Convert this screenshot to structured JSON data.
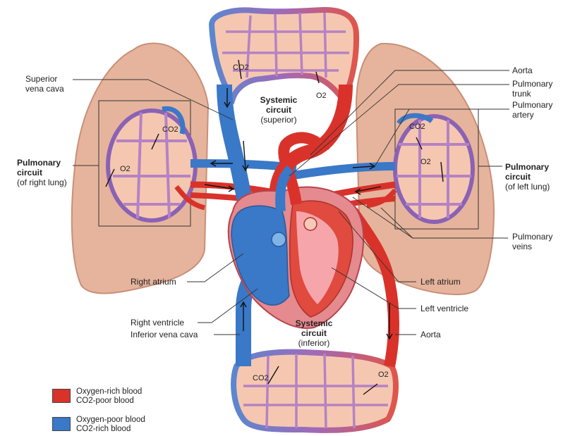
{
  "colors": {
    "oxygen_rich": "#d9322a",
    "oxygen_poor": "#3a78c8",
    "lung": "#e6b49c",
    "capillary_bed_fill": "#f5c7b0",
    "capillary_purple": "#8a62b5"
  },
  "labels": {
    "superior_vena_cava": "Superior vena cava",
    "aorta_top": "Aorta",
    "pulmonary_trunk": "Pulmonary trunk",
    "pulmonary_artery": "Pulmonary artery",
    "pulmonary_circuit_right": {
      "title": "Pulmonary circuit",
      "sub": "(of right lung)"
    },
    "pulmonary_circuit_left": {
      "title": "Pulmonary circuit",
      "sub": "(of left lung)"
    },
    "systemic_superior": {
      "title": "Systemic circuit",
      "sub": "(superior)"
    },
    "systemic_inferior": {
      "title": "Systemic circuit",
      "sub": "(inferior)"
    },
    "pulmonary_veins": "Pulmonary veins",
    "right_atrium": "Right atrium",
    "left_atrium": "Left atrium",
    "right_ventricle": "Right ventricle",
    "left_ventricle": "Left ventricle",
    "inferior_vena_cava": "Inferior vena cava",
    "aorta_bottom": "Aorta"
  },
  "gases": {
    "co2_top": "CO2",
    "o2_top": "O2",
    "co2_left_lung": "CO2",
    "o2_left_lung": "O2",
    "co2_right_lung": "CO2",
    "o2_right_lung": "O2",
    "co2_bottom": "CO2",
    "o2_bottom": "O2"
  },
  "legend": [
    {
      "line1": "Oxygen-rich blood",
      "line2": "CO2-poor blood",
      "color": "#d9322a"
    },
    {
      "line1": "Oxygen-poor blood",
      "line2": "CO2-rich blood",
      "color": "#3a78c8"
    }
  ]
}
